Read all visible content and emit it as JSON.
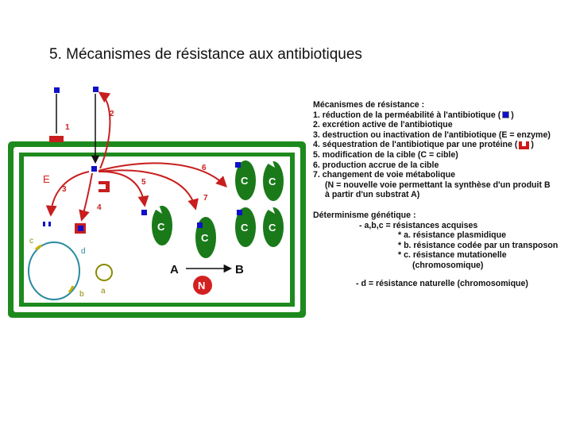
{
  "title": "5. Mécanismes de résistance aux antibiotiques",
  "diagram": {
    "labels": {
      "n1": "1",
      "n2": "2",
      "n3": "3",
      "n4": "4",
      "n5": "5",
      "n6": "6",
      "n7": "7",
      "E": "E",
      "C": "C",
      "N": "N",
      "A": "A",
      "B": "B",
      "a": "a",
      "b": "b",
      "c": "c",
      "d": "d"
    },
    "colors": {
      "cell_wall": "#1d8a1d",
      "arrows": "#c81e1e",
      "antibiotic": "#1010c8",
      "target": "#1a7a1a",
      "enzyme_label": "#d42020",
      "plasmid": "#6a6a00",
      "chromosome": "#2a8aa0"
    }
  },
  "legend": {
    "heading1": "Mécanismes de résistance :",
    "item1": "1. réduction de la perméabilité à l'antibiotique",
    "item2": "2. excrétion active de l'antibiotique",
    "item3": "3. destruction ou inactivation de l'antibiotique (E = enzyme)",
    "item4a": "4. séquestration de l'antibiotique par une protéine (",
    "item4b": ")",
    "item5": "5. modification de la cible (C = cible)",
    "item6": "6. production accrue de la cible",
    "item7": "7. changement de voie métabolique",
    "item7n1": "(N = nouvelle voie permettant la synthèse d'un produit B",
    "item7n2": "à partir d'un substrat A)",
    "heading2": "Déterminisme génétique :",
    "g1": "- a,b,c = résistances acquises",
    "g2": "* a. résistance plasmidique",
    "g3": "* b. résistance codée par un transposon",
    "g4": "* c. résistance mutationelle",
    "g5": "(chromosomique)",
    "g6": "- d = résistance naturelle (chromosomique)"
  }
}
